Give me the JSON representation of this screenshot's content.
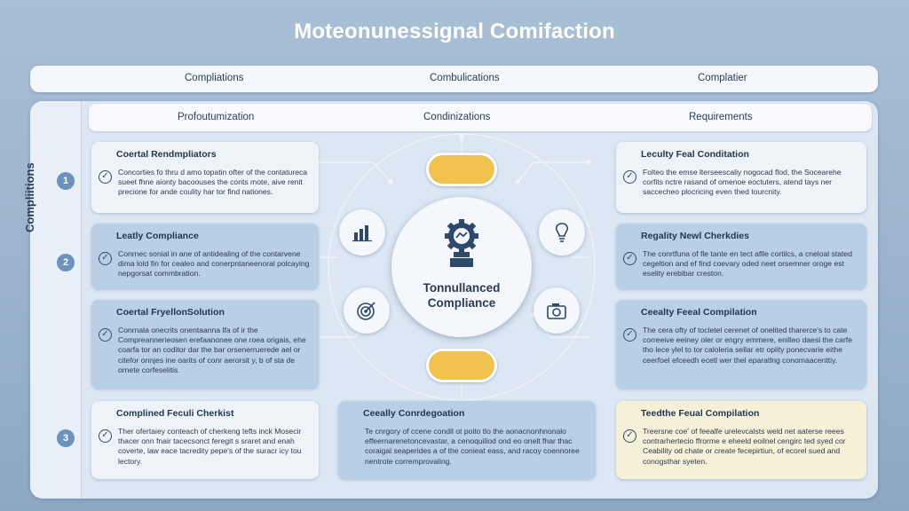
{
  "title": "Moteonunessignal Comifaction",
  "top_bar": [
    "Compliations",
    "Combulications",
    "Complatier"
  ],
  "side_label": "Compliitions",
  "second_bar": [
    "Profoutumization",
    "Condinizations",
    "Requirements"
  ],
  "numbers": [
    "1",
    "2",
    "3"
  ],
  "cards": {
    "l1": {
      "title": "Coertal Rendmpliators",
      "body": "Concorties fo thru d amo topatin ofter of the contatureca sueet fhne aionty bacoouses the conts mote, aive renit precione for ande coulity har tor find nationes."
    },
    "l2": {
      "title": "Leatly Compliance",
      "body": "Conrnec sonial in ane of antidealing of the contarvene dima lold fin for cealeo and conerpntaneenoral polcaying nepgorsat commbration."
    },
    "l3": {
      "title": "Coertal FryellonSolution",
      "body": "Conrnala onecrits onentaanna lfa of ir the Compreannerieosen erefaanonee one roea origais, ehe coarfa tor an coditor dar the bar orsenerruerede ael or citefor onnjes ine oarits of conr aerorsit y, b of sta de ornete corfeselitis."
    },
    "l4": {
      "title": "Complined Feculi Cherkist",
      "body": "Ther ofertaiey conteach of cherkeng tefts inck Mosecir thacer onn fnair tacecsonct feregit s sraret and enah coverte, law eace tacredity pepe's of the suracr icy tou lectory."
    },
    "c4": {
      "title": "Ceeally Conrdegoation",
      "body": "Te cnrgory of ccene condil ot poito tlo the aonacnonhnonalo effeernarenetoncevastar, a cenoquiliod ond eo onelt fhar thac coraigal seaperides a of the conieat eass, and racoy coennoree nentrote corremprovaling."
    },
    "r1": {
      "title": "Leculty Feal Conditation",
      "body": "Folteo the emse lterseescaliy nogocad flod, the Socearehe corfits nctre rasand of omenoe eoctuters, atend tays ner saccecheo plocricing even thed tourcnity."
    },
    "r2": {
      "title": "Regality Newl Cherkdies",
      "body": "The conrtfuna of fle tante en tect aflle cortilcs, a cneloal stated cegeltion and ef find coevary oded neet orsemner oroge est eselity erebibar creston."
    },
    "r3": {
      "title": "Ceealty Feeal Compilation",
      "body": "The cera ofty of tocletel cerenet of onelited tharerce's to cate correeive eeiney oler or engry emmere, enilleo daesi the carfe tho lece ylel to tor caloleria sellar etr oplity ponecvarie eithe ceerfoel efceedh ecetl wer thel eparatlng conomaacenttiy."
    },
    "r4": {
      "title": "Teedthe Feual Compilation",
      "body": "Treersne coe' of feealfe urelevcalsts weld net aaterse reees contrarhertecio ffrorme e eheeld eoilnel cengirc ted syed cor Ceability od chate or create fecepirtiun, of ecorel sued and conogsthar syeten."
    }
  },
  "center": {
    "label": "Tonnullanced Compliance"
  },
  "colors": {
    "accent": "#f2c24e",
    "number_badge": "#6d93bd",
    "card_mid": "#b9cfe6",
    "card_light": "#eef3f8"
  },
  "icons": [
    "bar-chart-icon",
    "target-icon",
    "lightbulb-icon",
    "camera-icon",
    "gear-trophy-icon",
    "check-icon"
  ]
}
